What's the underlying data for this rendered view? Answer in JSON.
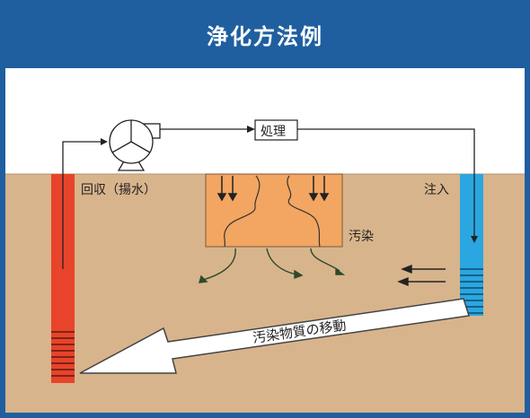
{
  "title": "浄化方法例",
  "labels": {
    "recovery": "回収（揚水）",
    "treatment": "処理",
    "injection": "注入",
    "contamination": "汚染",
    "migration": "汚染物質の移動"
  },
  "colors": {
    "header": "#1f5fa0",
    "soil": "#d8b48c",
    "contamination_zone": "#f2a661",
    "recovery_well": "#e8432b",
    "injection_well": "#2aa7e0",
    "migration_arrow": "#ffffff"
  }
}
